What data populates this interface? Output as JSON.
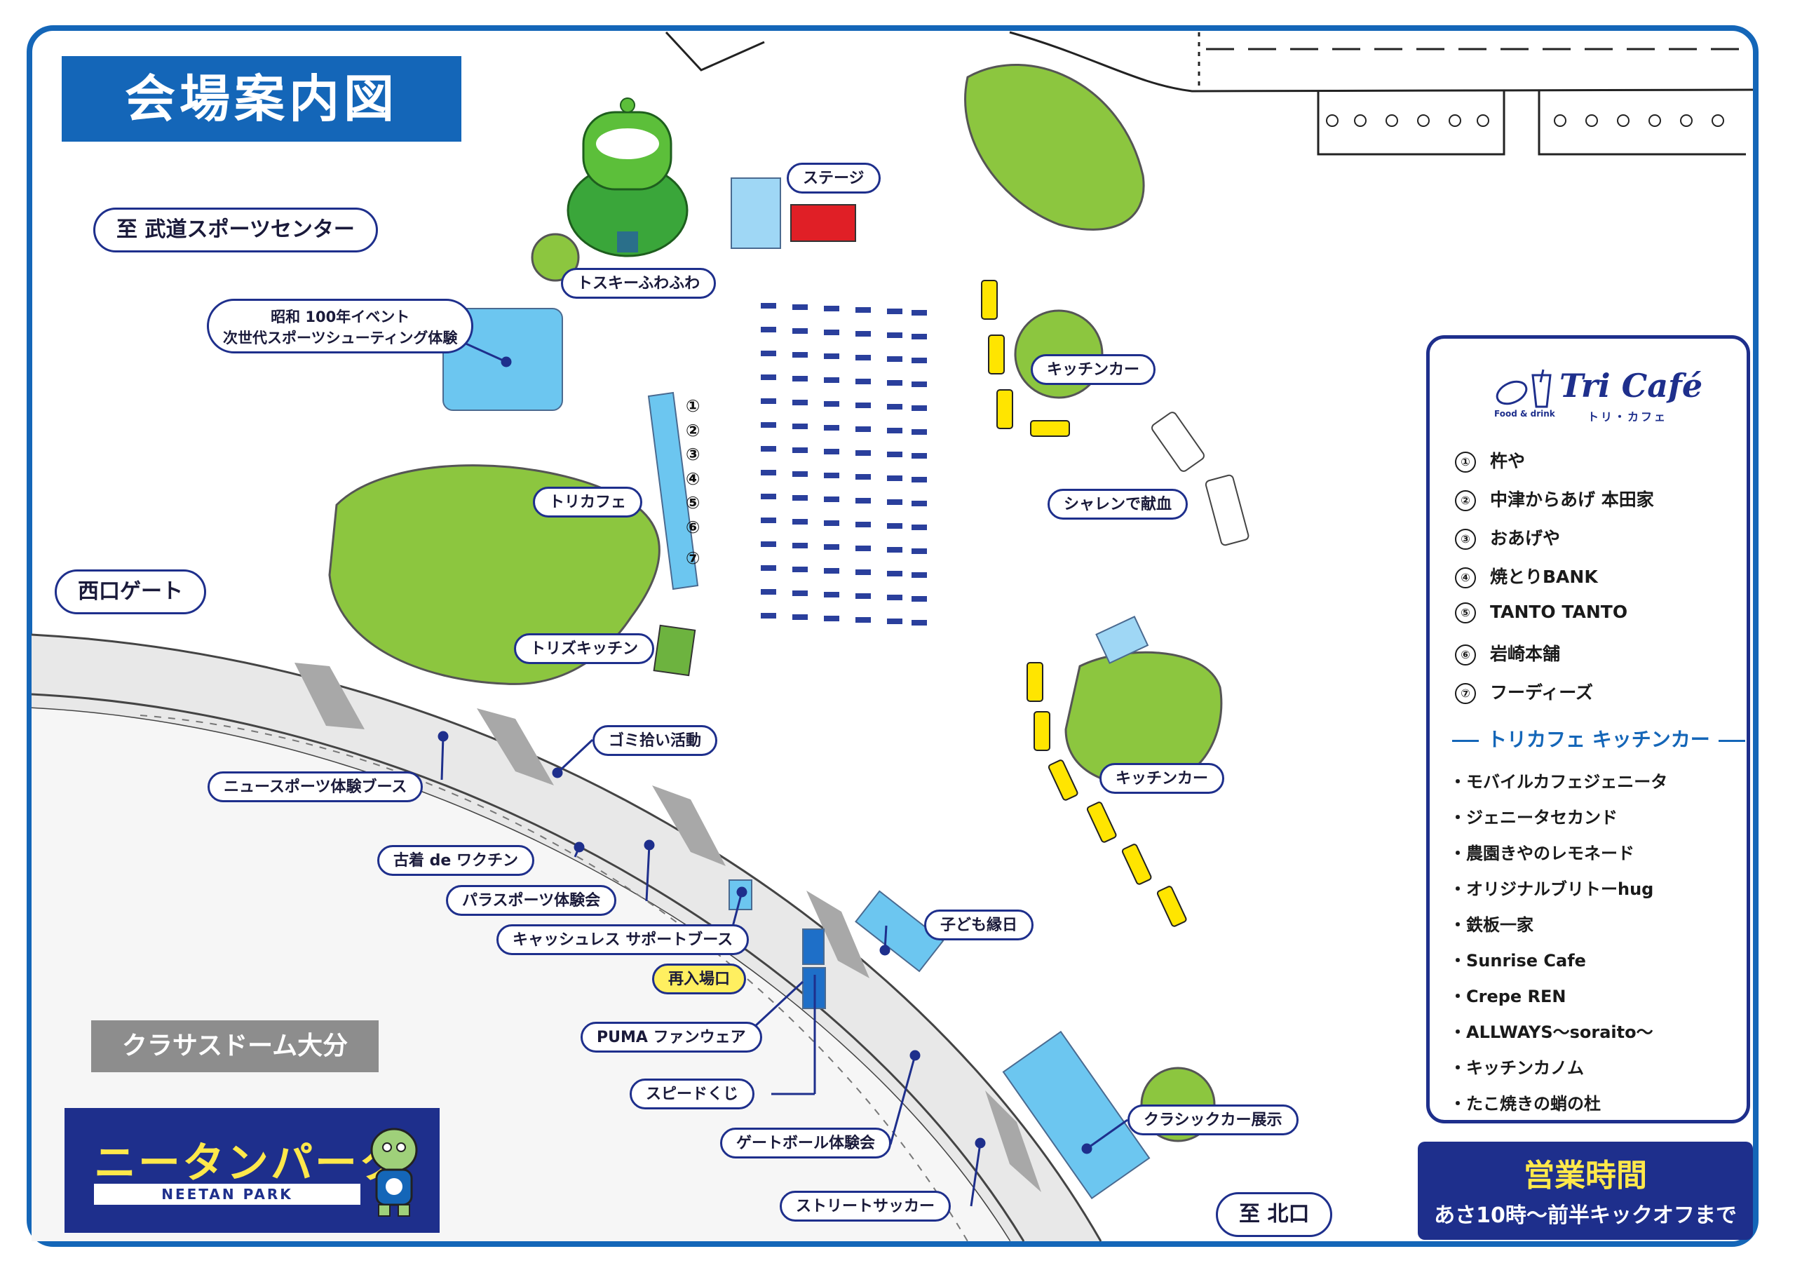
{
  "title": "会場案内図",
  "labels": {
    "budo": "至  武道スポーツセンター",
    "showa_line1": "昭和 100年イベント",
    "showa_line2": "次世代スポーツシューティング体験",
    "tosuki": "トスキーふわふわ",
    "stage": "ステージ",
    "kitchen_car_1": "キッチンカー",
    "kitchen_car_2": "キッチンカー",
    "torikafe": "トリカフェ",
    "sharen": "シャレンで献血",
    "nishiguchi": "西口ゲート",
    "torizu": "トリズキッチン",
    "gomi": "ゴミ拾い活動",
    "newsports": "ニュースポーツ体験ブース",
    "furugi": "古着 de ワクチン",
    "para": "パラスポーツ体験会",
    "cashless": "キャッシュレス サポートブース",
    "reentry": "再入場口",
    "kodomo": "子ども縁日",
    "puma": "PUMA ファンウェア",
    "speed": "スピードくじ",
    "gateball": "ゲートボール体験会",
    "street": "ストリートサッカー",
    "classic": "クラシックカー展示",
    "kita": "至  北口",
    "dome": "クラサスドーム大分"
  },
  "stall_numbers": [
    "①",
    "②",
    "③",
    "④",
    "⑤",
    "⑥",
    "⑦"
  ],
  "logo": {
    "jp": "ニータンパーク",
    "en": "NEETAN PARK"
  },
  "legend": {
    "brand": "Tri Café",
    "brand_sub": "Food & drink",
    "brand_sub2": "トリ・カフェ",
    "shops": [
      {
        "num": "①",
        "name": "杵や"
      },
      {
        "num": "②",
        "name": "中津からあげ  本田家"
      },
      {
        "num": "③",
        "name": "おあげや"
      },
      {
        "num": "④",
        "name": "焼とりBANK"
      },
      {
        "num": "⑤",
        "name": "TANTO  TANTO"
      },
      {
        "num": "⑥",
        "name": "岩崎本舗"
      },
      {
        "num": "⑦",
        "name": "フーディーズ"
      }
    ],
    "kitchen_heading": "トリカフェ  キッチンカー",
    "kitchen_cars": [
      "・モバイルカフェジェニータ",
      "・ジェニータセカンド",
      "・農園きやのレモネード",
      "・オリジナルブリトーhug",
      "・鉄板一家",
      "・Sunrise  Cafe",
      "・Crepe  REN",
      "・ALLWAYS～soraito～",
      "・キッチンカノム",
      "・たこ焼きの蛸の杜"
    ]
  },
  "hours": {
    "title": "営業時間",
    "text": "あさ10時～前半キックオフまで"
  },
  "colors": {
    "frame": "#1466b8",
    "navy": "#1e2f8c",
    "grass": "#8cc63f",
    "booth": "#6cc6f0",
    "stage": "#e01f26",
    "truck": "#ffe500",
    "dome": "#d0d0d0"
  }
}
